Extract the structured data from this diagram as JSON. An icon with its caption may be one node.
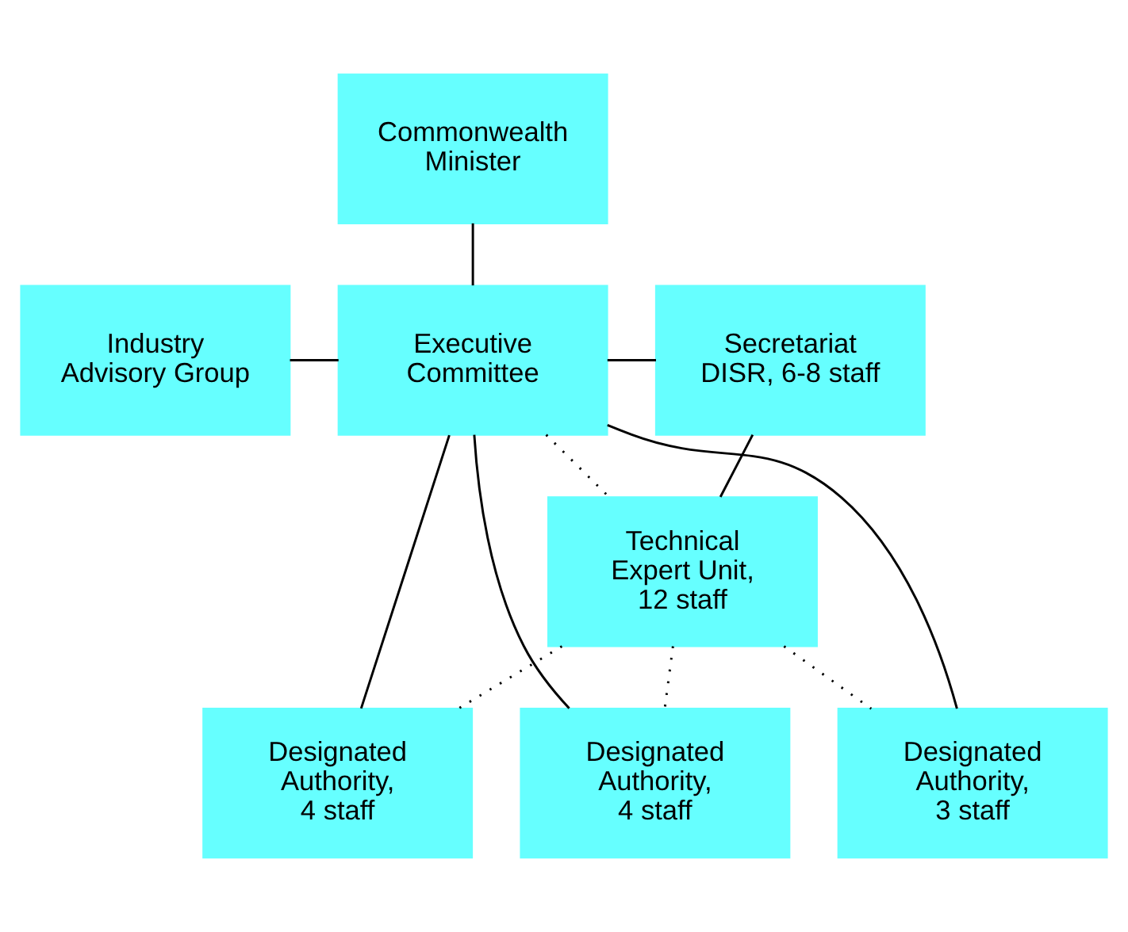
{
  "diagram": {
    "nodes": [
      {
        "text": [
          "Commonwealth Minister"
        ]
      },
      {
        "text": [
          "Industry Advisory Group"
        ]
      },
      {
        "text": [
          "Executive Committee"
        ]
      },
      {
        "text": [
          "Secretariat DISR, 6-8 staff"
        ]
      },
      {
        "text": [
          "Technical Expert Unit, 12 staff"
        ]
      },
      {
        "text": [
          "Designated Authority, 4 staff"
        ]
      },
      {
        "text": [
          "Designated Authority, 4 staff"
        ]
      },
      {
        "text": [
          "Designated Authority, 3 staff"
        ]
      }
    ],
    "edges": [
      {
        "from": 0,
        "to": 2,
        "arrow": "none"
      },
      {
        "from": 1,
        "to": 2,
        "arrow": "none"
      },
      {
        "from": 2,
        "to": 3,
        "arrow": "none"
      },
      {
        "from": 3,
        "to": 4,
        "arrow": "none"
      },
      {
        "from": 2,
        "to": 4,
        "arrow": "none",
        "style": "dashed"
      },
      {
        "from": 2,
        "to": 5,
        "arrow": "none"
      },
      {
        "from": 2,
        "to": 6,
        "arrow": "none"
      },
      {
        "from": 2,
        "to": 7,
        "arrow": "none"
      },
      {
        "from": 4,
        "to": 5,
        "arrow": "none",
        "style": "dashed"
      },
      {
        "from": 4,
        "to": 6,
        "arrow": "none",
        "style": "dashed"
      },
      {
        "from": 4,
        "to": 7,
        "arrow": "none",
        "style": "dashed"
      }
    ]
  }
}
